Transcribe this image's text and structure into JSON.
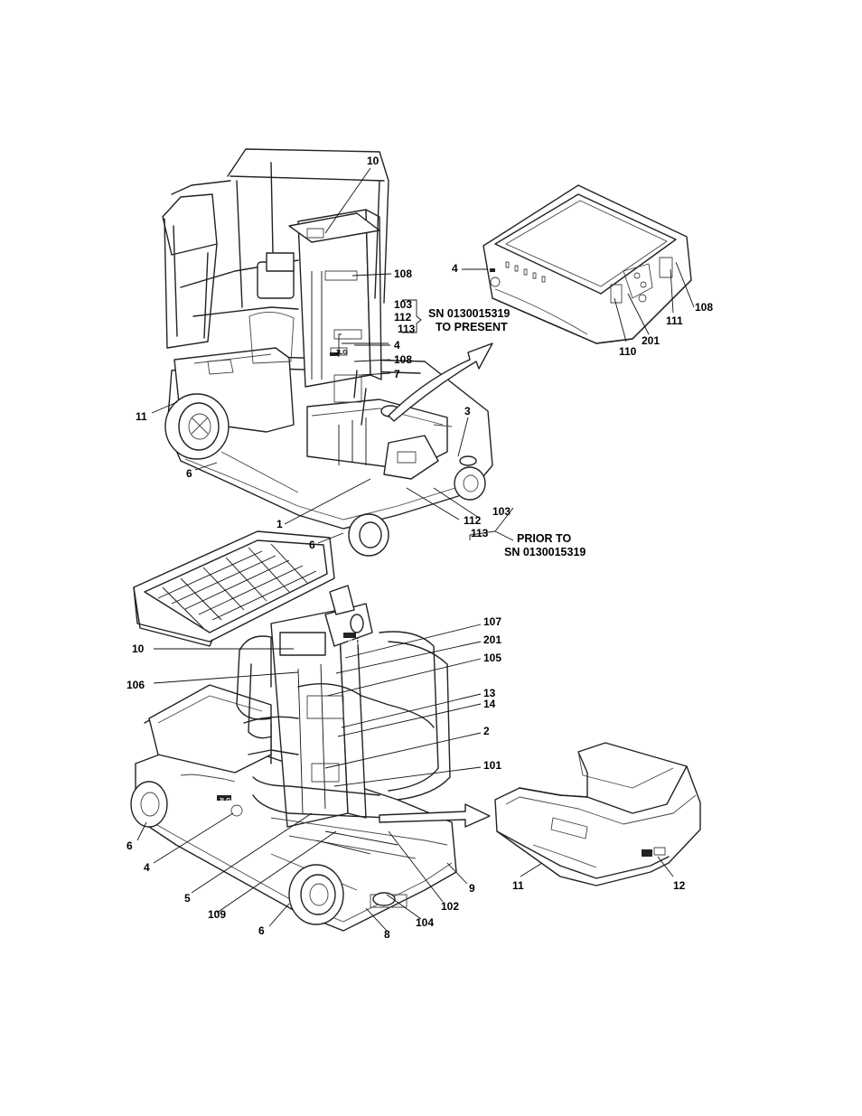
{
  "callouts": {
    "c10a": "10",
    "c108a": "108",
    "c103a": "103",
    "c112a": "112",
    "c113a": "113",
    "c4a": "4",
    "c108b": "108",
    "c7": "7",
    "c11a": "11",
    "c6a": "6",
    "c3": "3",
    "c1": "1",
    "c103b": "103",
    "c112b": "112",
    "c113b": "113",
    "c6b": "6",
    "c4b": "4",
    "c108c": "108",
    "c111": "111",
    "c201a": "201",
    "c110": "110",
    "c107": "107",
    "c201b": "201",
    "c105": "105",
    "c10b": "10",
    "c106": "106",
    "c13": "13",
    "c14": "14",
    "c2": "2",
    "c101": "101",
    "c6c": "6",
    "c4c": "4",
    "c5": "5",
    "c109": "109",
    "c6d": "6",
    "c8": "8",
    "c104": "104",
    "c102": "102",
    "c9": "9",
    "c11b": "11",
    "c12": "12"
  },
  "notes": {
    "sn_present_1": "SN 0130015319",
    "sn_present_2": "TO PRESENT",
    "prior_1": "PRIOR TO",
    "prior_2": "SN 0130015319"
  },
  "decals": {
    "brand": "JLG"
  }
}
